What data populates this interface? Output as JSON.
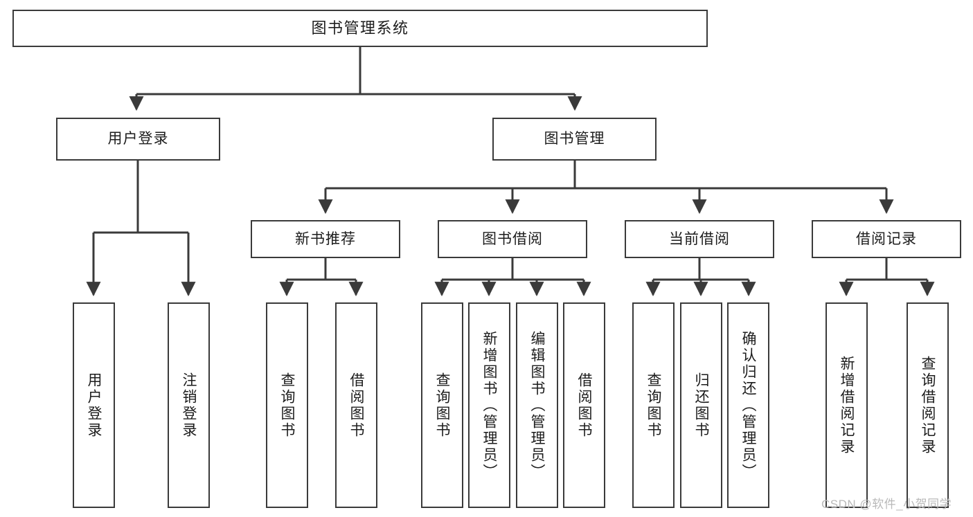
{
  "diagram": {
    "type": "tree",
    "title": "图书管理系统",
    "orientation": "top-down",
    "levels": 4,
    "colors": {
      "box_stroke": "#3a3a3a",
      "box_fill": "#ffffff",
      "edge": "#3a3a3a",
      "text": "#1c1c1c",
      "background": "#ffffff",
      "watermark": "#b9b9b9"
    }
  },
  "nodes": {
    "root": {
      "label": "图书管理系统"
    },
    "level2": [
      {
        "id": "user-login",
        "label": "用户登录"
      },
      {
        "id": "book-management",
        "label": "图书管理"
      }
    ],
    "level3": [
      {
        "id": "new-book-recommend",
        "label": "新书推荐"
      },
      {
        "id": "book-borrow",
        "label": "图书借阅"
      },
      {
        "id": "current-borrow",
        "label": "当前借阅"
      },
      {
        "id": "borrow-record",
        "label": "借阅记录"
      }
    ],
    "leaves": {
      "user-login": [
        {
          "id": "leaf-user-login",
          "label": "用户登录"
        },
        {
          "id": "leaf-logout-login",
          "label": "注销登录"
        }
      ],
      "new-book-recommend": [
        {
          "id": "leaf-query-book-1",
          "label": "查询图书"
        },
        {
          "id": "leaf-borrow-book-1",
          "label": "借阅图书"
        }
      ],
      "book-borrow": [
        {
          "id": "leaf-query-book-2",
          "label": "查询图书"
        },
        {
          "id": "leaf-add-book",
          "label": "新增图书（管理员）"
        },
        {
          "id": "leaf-edit-book",
          "label": "编辑图书（管理员）"
        },
        {
          "id": "leaf-borrow-book-2",
          "label": "借阅图书"
        }
      ],
      "current-borrow": [
        {
          "id": "leaf-query-book-3",
          "label": "查询图书"
        },
        {
          "id": "leaf-return-book",
          "label": "归还图书"
        },
        {
          "id": "leaf-confirm-return",
          "label": "确认归还（管理员）"
        }
      ],
      "borrow-record": [
        {
          "id": "leaf-add-record",
          "label": "新增借阅记录"
        },
        {
          "id": "leaf-query-record",
          "label": "查询借阅记录"
        }
      ]
    }
  },
  "watermark": {
    "text": "CSDN @软件_小贺同学"
  }
}
